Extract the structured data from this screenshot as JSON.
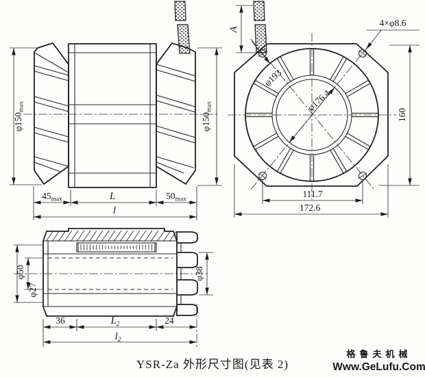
{
  "side_view": {
    "diameter_left": {
      "value": "φ150",
      "suffix": "max"
    },
    "diameter_right": {
      "value": "φ150",
      "suffix": "max"
    },
    "front_overhang": {
      "value": "45",
      "suffix": "max"
    },
    "core_length": "L",
    "rear_overhang": {
      "value": "50",
      "suffix": "max"
    },
    "total_length": "l"
  },
  "front_view": {
    "cable_length": "A",
    "mounting_holes": "4×φ8.6",
    "outer_diameter": "φ193",
    "bore_diameter": "φ176.4",
    "height": "160",
    "hole_spacing": "111.7",
    "width": "172.6"
  },
  "rotor_view": {
    "journal_diameter": "φ50",
    "shaft_diameter": "φ27",
    "fin_diameter": "φ38",
    "front_section": "36",
    "core_length": {
      "value": "L",
      "sub": "2"
    },
    "rear_section": "24",
    "total_length": {
      "value": "l",
      "sub": "2"
    }
  },
  "caption": "YSR-Za 外形尺寸图(见表 2)",
  "watermark": {
    "line1": "格鲁夫机械",
    "line2": "Www.GeLufu.Com",
    "color": "#ee8080"
  }
}
